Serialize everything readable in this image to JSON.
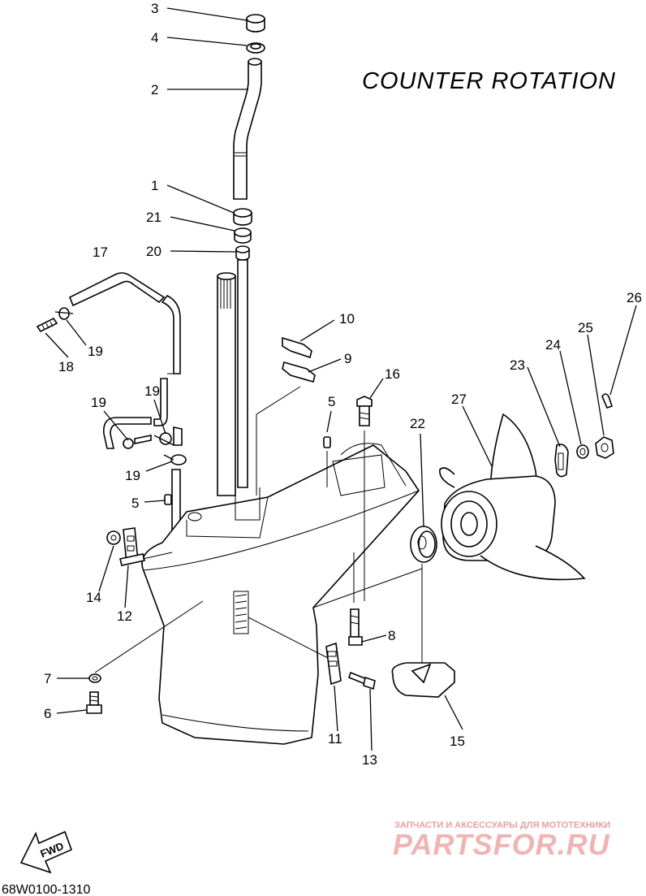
{
  "title": "COUNTER ROTATION",
  "diagram_code": "68W0100-1310",
  "fwd_label": "FWD",
  "watermark": {
    "top_text": "ЗАПЧАСТИ И АКСЕССУАРЫ ДЛЯ МОТОТЕХНИКИ",
    "brand": "PARTSFOR.RU"
  },
  "callouts": {
    "c1": "1",
    "c2": "2",
    "c3": "3",
    "c4": "4",
    "c5a": "5",
    "c5b": "5",
    "c6": "6",
    "c7": "7",
    "c8": "8",
    "c9": "9",
    "c10": "10",
    "c11": "11",
    "c12": "12",
    "c13": "13",
    "c14": "14",
    "c15": "15",
    "c16": "16",
    "c17": "17",
    "c18": "18",
    "c19a": "19",
    "c19b": "19",
    "c19c": "19",
    "c19d": "19",
    "c20": "20",
    "c21": "21",
    "c22": "22",
    "c23": "23",
    "c24": "24",
    "c25": "25",
    "c26": "26",
    "c27": "27"
  },
  "colors": {
    "line": "#000000",
    "background": "#ffffff",
    "watermark": "#f0b4b4"
  }
}
